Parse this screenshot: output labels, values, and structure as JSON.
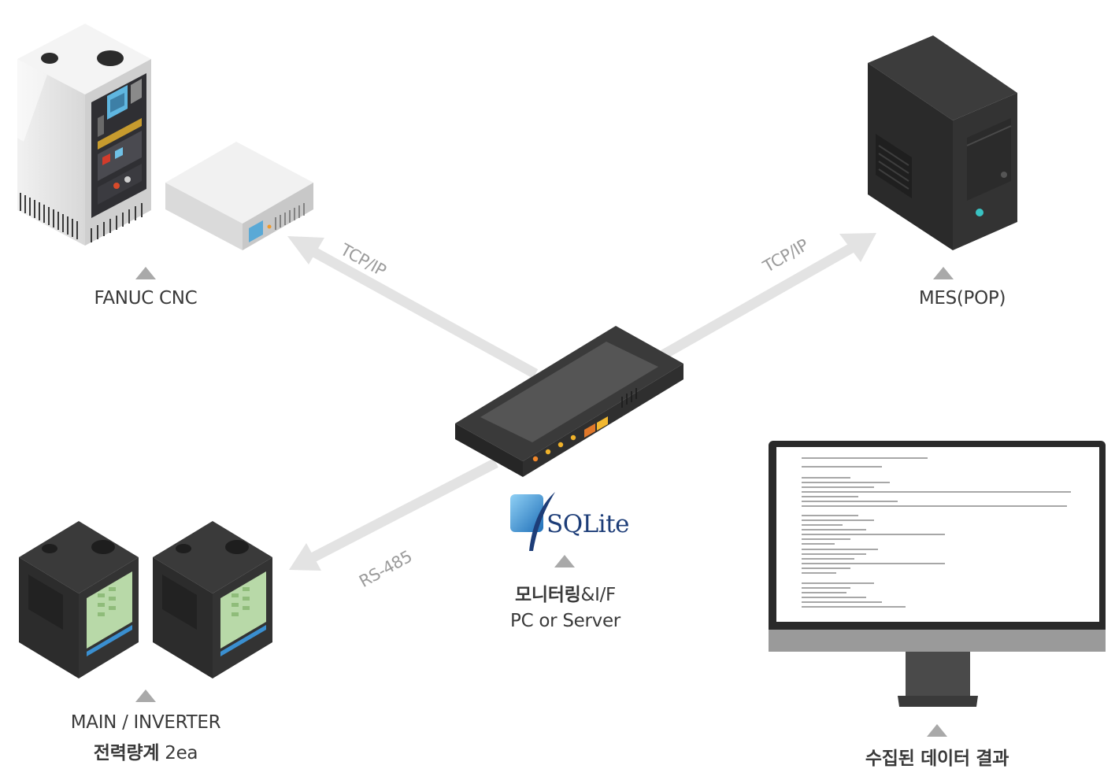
{
  "nodes": {
    "cnc": {
      "label": "FANUC CNC",
      "icon": "cnc-machine-icon"
    },
    "mes": {
      "label": "MES(POP)",
      "icon": "server-tower-icon"
    },
    "hub": {
      "icon": "network-hub-icon",
      "brand": "SQLite",
      "label_line1_bold": "모니터링",
      "label_line1_rest": "&I/F",
      "label_line2": "PC or Server"
    },
    "meters": {
      "label_line1": "MAIN / INVERTER",
      "label_line2_bold": "전력량계",
      "label_line2_rest": " 2ea",
      "icon": "power-meter-icon"
    },
    "monitor": {
      "label": "수집된 데이터 결과",
      "icon": "monitor-icon"
    }
  },
  "links": {
    "to_cnc": "TCP/IP",
    "to_mes": "TCP/IP",
    "to_meters": "RS-485"
  },
  "colors": {
    "arrow": "#e3e3e3",
    "label_text": "#3a3a3a",
    "protocol_text": "#9c9c9c",
    "pointer": "#a9a9a9",
    "sqlite_blue": "#1d3d78"
  }
}
